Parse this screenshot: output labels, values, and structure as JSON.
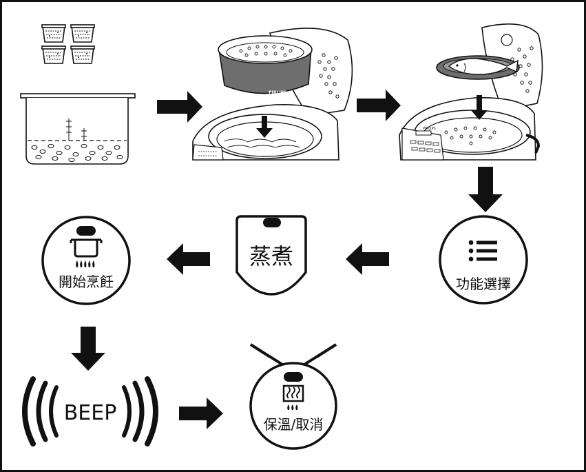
{
  "steps": {
    "function_select": "功能選擇",
    "steam": "蒸煮",
    "start_cooking": "開始烹飪",
    "beep": "BEEP",
    "keep_warm_cancel": "保溫/取消"
  },
  "brand": "PHILIPS",
  "colors": {
    "ink": "#111111",
    "paper": "#ffffff",
    "pot_gray": "#6e6e6e"
  }
}
